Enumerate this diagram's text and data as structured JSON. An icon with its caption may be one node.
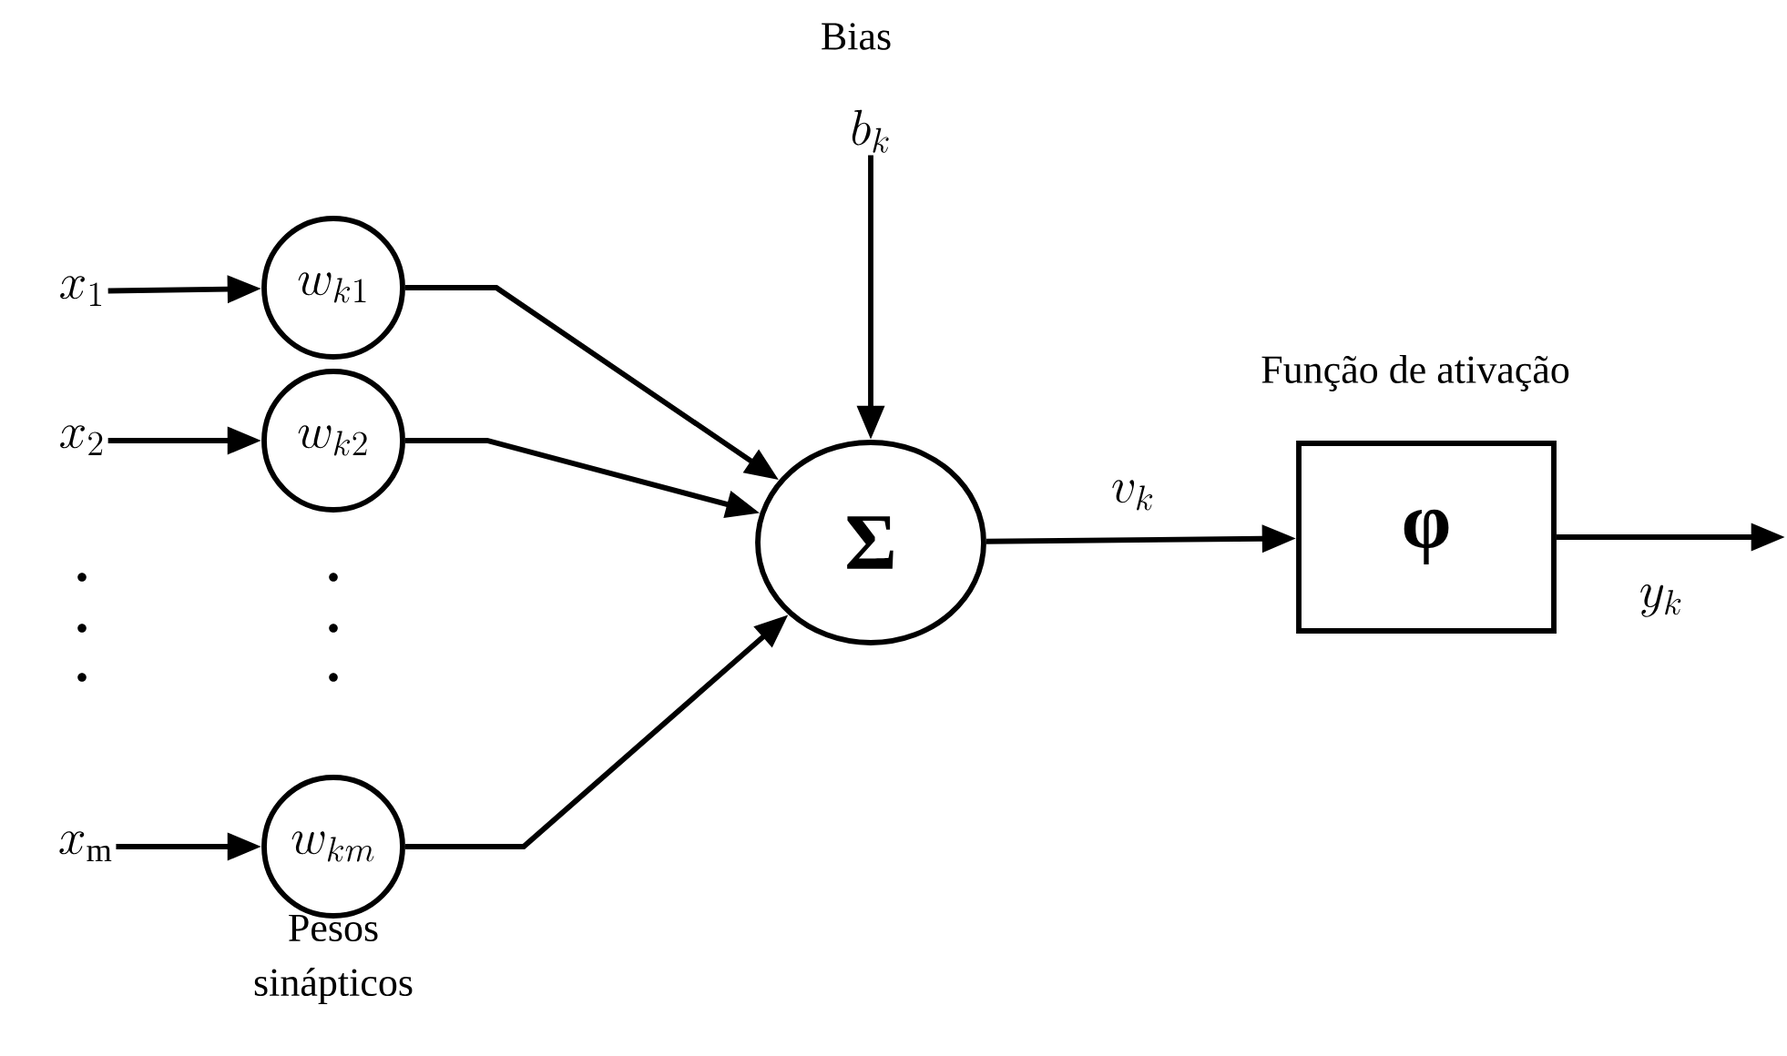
{
  "diagram": {
    "nodes": [
      {
        "text": [
          "x_{1}"
        ]
      },
      {
        "text": [
          "x_{2}"
        ]
      },
      {
        "text": [
          "x_{\\mathrm{m}}"
        ]
      },
      {
        "text": [
          "w_{k1}"
        ]
      },
      {
        "text": [
          "w_{k2}"
        ]
      },
      {
        "text": [
          "w_{km}"
        ],
        "beside": [
          "Pesos sinápticos"
        ]
      },
      {
        "text": [
          "b_{k}"
        ],
        "beside": [
          "Bias"
        ]
      },
      {
        "text": [
          "Σ"
        ]
      },
      {
        "text": [
          "φ"
        ],
        "beside": [
          "Função de ativação"
        ]
      }
    ],
    "edges": [
      {
        "from": 0,
        "to": 3,
        "arrow": "to"
      },
      {
        "from": 1,
        "to": 4,
        "arrow": "to"
      },
      {
        "from": 2,
        "to": 5,
        "arrow": "to"
      },
      {
        "from": 3,
        "to": 7,
        "arrow": "to"
      },
      {
        "from": 4,
        "to": 7,
        "arrow": "to"
      },
      {
        "from": 5,
        "to": 7,
        "arrow": "to"
      },
      {
        "from": 6,
        "to": 7,
        "arrow": "to"
      },
      {
        "from": 7,
        "to": 8,
        "arrow": "to",
        "label": "v_{k}"
      },
      {
        "from": 8,
        "to": null,
        "arrow": "to",
        "label": "y_{k}"
      }
    ]
  }
}
